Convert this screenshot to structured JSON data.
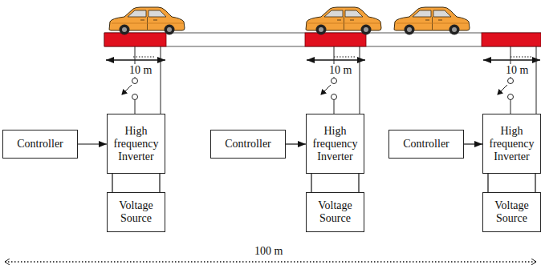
{
  "diagram": {
    "nodes": [
      {
        "text": [
          "Controller"
        ]
      },
      {
        "text": [
          "High frequency Inverter"
        ]
      },
      {
        "text": [
          "Voltage Source"
        ]
      },
      {
        "text": [
          "Controller"
        ]
      },
      {
        "text": [
          "High frequency Inverter"
        ]
      },
      {
        "text": [
          "Voltage Source"
        ]
      },
      {
        "text": [
          "Controller"
        ]
      },
      {
        "text": [
          "High frequency Inverter"
        ]
      },
      {
        "text": [
          "Voltage Source"
        ]
      }
    ],
    "edges": [
      {
        "from": 0,
        "to": 1,
        "arrow": "to"
      },
      {
        "from": 1,
        "to": 2,
        "arrow": "none"
      },
      {
        "from": 3,
        "to": 4,
        "arrow": "to"
      },
      {
        "from": 4,
        "to": 5,
        "arrow": "none"
      },
      {
        "from": 6,
        "to": 7,
        "arrow": "to"
      },
      {
        "from": 7,
        "to": 8,
        "arrow": "none"
      }
    ],
    "labels": [
      "10 m",
      "10 m",
      "10 m",
      "100 m"
    ]
  }
}
